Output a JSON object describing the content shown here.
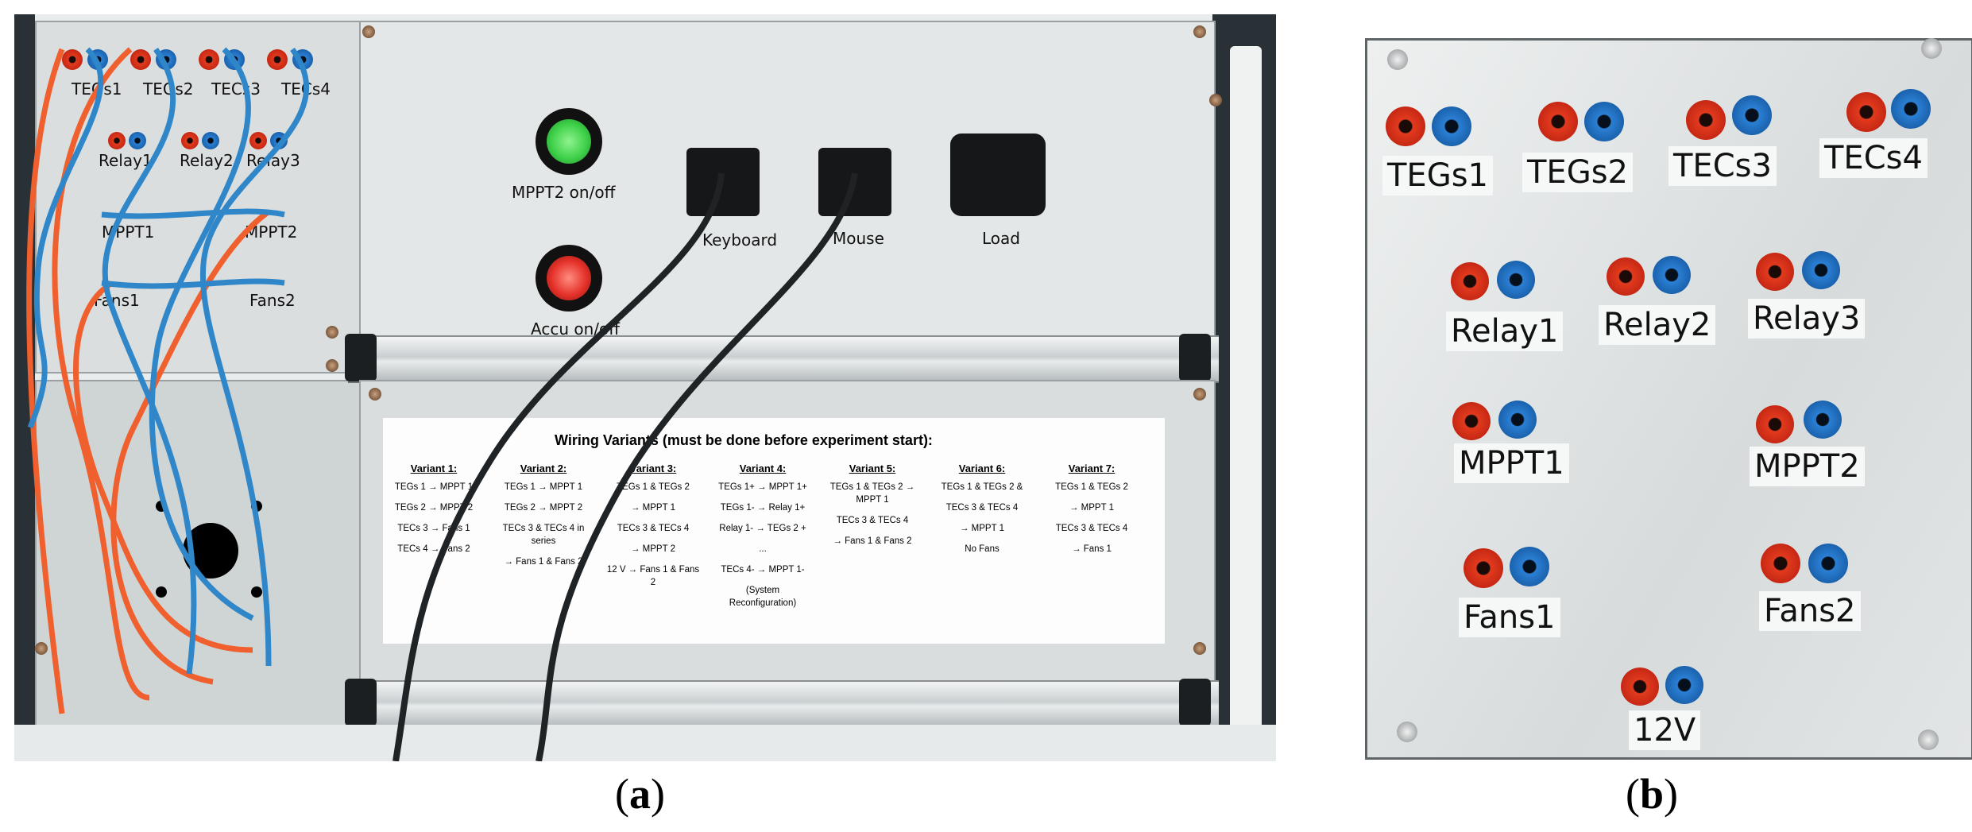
{
  "captions": {
    "a": "a",
    "b": "b"
  },
  "photo_a": {
    "jack_labels": [
      "TEGs1",
      "TEGs2",
      "TECs3",
      "TECs4",
      "Relay1",
      "Relay2",
      "Relay3",
      "MPPT1",
      "MPPT2",
      "Fans1",
      "Fans2"
    ],
    "controls": {
      "mppt2": "MPPT2 on/off",
      "accu": "Accu on/off",
      "keyboard": "Keyboard",
      "mouse": "Mouse",
      "load": "Load"
    },
    "sheet": {
      "title": "Wiring Variants (must be done before experiment start):",
      "variants": [
        {
          "title": "Variant 1:",
          "lines": [
            "TEGs 1 → MPPT 1",
            "TEGs 2 → MPPT 2",
            "TECs 3 → Fans 1",
            "TECs 4 → Fans 2"
          ]
        },
        {
          "title": "Variant 2:",
          "lines": [
            "TEGs 1 → MPPT 1",
            "TEGs 2 → MPPT 2",
            "TECs 3 & TECs 4 in series",
            "→ Fans 1 & Fans 2"
          ]
        },
        {
          "title": "Variant 3:",
          "lines": [
            "TEGs 1 & TEGs 2",
            "→ MPPT 1",
            "TECs 3 & TECs 4",
            "→ MPPT 2",
            "12 V → Fans 1 & Fans 2"
          ]
        },
        {
          "title": "Variant 4:",
          "lines": [
            "TEGs 1+ → MPPT 1+",
            "TEGs 1- → Relay 1+",
            "Relay 1- → TEGs 2 +",
            "...",
            "TECs 4- → MPPT 1-",
            "(System Reconfiguration)"
          ]
        },
        {
          "title": "Variant 5:",
          "lines": [
            "TEGs 1 & TEGs 2 → MPPT 1",
            "TECs 3 & TECs 4",
            "→ Fans 1 & Fans 2"
          ]
        },
        {
          "title": "Variant 6:",
          "lines": [
            "TEGs 1 & TEGs 2 &",
            "TECs 3 & TECs 4",
            "→ MPPT 1",
            "No Fans"
          ]
        },
        {
          "title": "Variant 7:",
          "lines": [
            "TEGs 1 & TEGs 2",
            "→ MPPT 1",
            "TECs 3 & TECs 4",
            "→ Fans 1"
          ]
        }
      ]
    }
  },
  "photo_b": {
    "labels": [
      "TEGs1",
      "TEGs2",
      "TECs3",
      "TECs4",
      "Relay1",
      "Relay2",
      "Relay3",
      "MPPT1",
      "MPPT2",
      "Fans1",
      "Fans2",
      "12V"
    ]
  },
  "colors": {
    "jack_red": "#e23a1e",
    "jack_blue": "#2b7fd4",
    "cable_red": "#f0602e",
    "cable_blue": "#2f86c8",
    "button_green": "#3fd14a",
    "button_red": "#e5322a"
  }
}
